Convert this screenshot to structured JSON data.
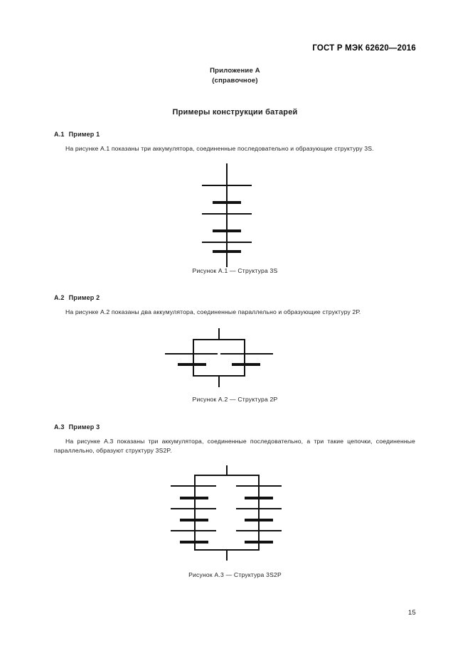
{
  "document": {
    "header": "ГОСТ Р МЭК 62620—2016",
    "page_number": "15",
    "annex_title": "Приложение А",
    "annex_subtitle": "(справочное)",
    "main_title": "Примеры конструкции батарей"
  },
  "sections": [
    {
      "number": "А.1",
      "title": "Пример 1",
      "body": "На рисунке А.1 показаны три аккумулятора, соединенные последовательно и образующие структуру 3S.",
      "caption": "Рисунок А.1 — Структура 3S",
      "figure": {
        "name": "series-3s-diagram",
        "structure": "3S",
        "cells_in_series": 3,
        "parallel_branches": 1,
        "orientation": "vertical"
      }
    },
    {
      "number": "А.2",
      "title": "Пример 2",
      "body": "На рисунке А.2 показаны два аккумулятора, соединенные параллельно и образующие структуру 2Р.",
      "caption": "Рисунок А.2 — Структура 2Р",
      "figure": {
        "name": "parallel-2p-diagram",
        "structure": "2Р",
        "cells_in_series": 1,
        "parallel_branches": 2,
        "orientation": "horizontal"
      }
    },
    {
      "number": "А.3",
      "title": "Пример 3",
      "body": "На рисунке А.3 показаны три аккумулятора, соединенные последовательно, а три такие цепочки, соединенные параллельно, образуют структуру 3S2P.",
      "caption": "Рисунок А.3 — Структура 3S2P",
      "figure": {
        "name": "series-parallel-3s2p-diagram",
        "structure": "3S2P",
        "cells_in_series": 3,
        "parallel_branches": 2,
        "orientation": "horizontal"
      }
    }
  ],
  "colors": {
    "ink": "#111111",
    "text": "#1a1a1a",
    "paper": "#ffffff"
  }
}
